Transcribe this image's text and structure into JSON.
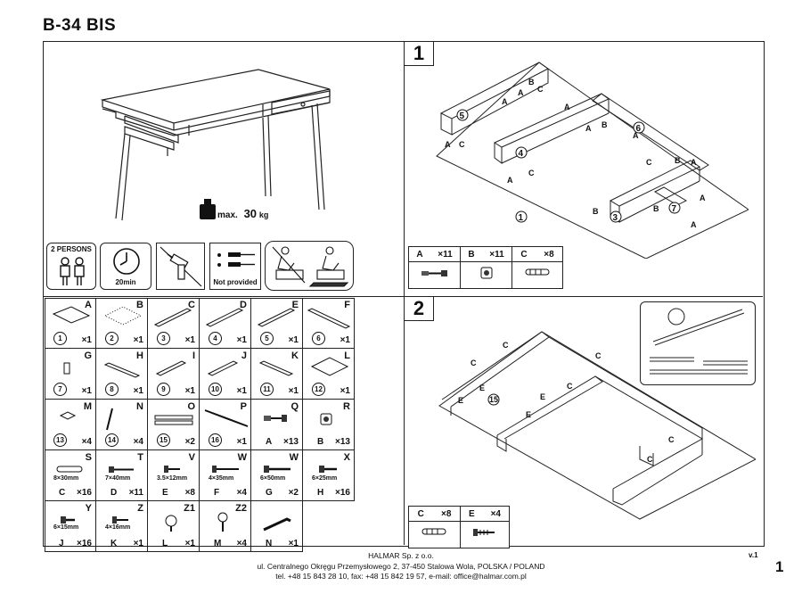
{
  "title": "B-34 BIS",
  "overview": {
    "max_label": "max.",
    "max_value": "30",
    "max_unit": "kg"
  },
  "icons": {
    "persons_label": "2 PERSONS",
    "time_label": "20min",
    "not_provided_label": "Not provided"
  },
  "parts": [
    {
      "letter": "A",
      "num": "1",
      "qty": "×1"
    },
    {
      "letter": "B",
      "num": "2",
      "qty": "×1"
    },
    {
      "letter": "C",
      "num": "3",
      "qty": "×1"
    },
    {
      "letter": "D",
      "num": "4",
      "qty": "×1"
    },
    {
      "letter": "E",
      "num": "5",
      "qty": "×1"
    },
    {
      "letter": "F",
      "num": "6",
      "qty": "×1"
    },
    {
      "letter": "G",
      "num": "7",
      "qty": "×1"
    },
    {
      "letter": "H",
      "num": "8",
      "qty": "×1"
    },
    {
      "letter": "I",
      "num": "9",
      "qty": "×1"
    },
    {
      "letter": "J",
      "num": "10",
      "qty": "×1"
    },
    {
      "letter": "K",
      "num": "11",
      "qty": "×1"
    },
    {
      "letter": "L",
      "num": "12",
      "qty": "×1"
    },
    {
      "letter": "M",
      "num": "13",
      "qty": "×4"
    },
    {
      "letter": "N",
      "num": "14",
      "qty": "×4"
    },
    {
      "letter": "O",
      "num": "15",
      "qty": "×2"
    },
    {
      "letter": "P",
      "num": "16",
      "qty": "×1"
    },
    {
      "letter": "Q",
      "num": "A",
      "qty": "×13"
    },
    {
      "letter": "R",
      "num": "B",
      "qty": "×13"
    },
    {
      "letter": "S",
      "size": "8×30mm",
      "num": "C",
      "qty": "×16"
    },
    {
      "letter": "T",
      "size": "7×40mm",
      "num": "D",
      "qty": "×11"
    },
    {
      "letter": "V",
      "size": "3.5×12mm",
      "num": "E",
      "qty": "×8"
    },
    {
      "letter": "W",
      "size": "4×35mm",
      "num": "F",
      "qty": "×4"
    },
    {
      "letter": "W",
      "size": "6×50mm",
      "num": "G",
      "qty": "×2"
    },
    {
      "letter": "X",
      "size": "6×25mm",
      "num": "H",
      "qty": "×16"
    },
    {
      "letter": "Y",
      "size": "6×15mm",
      "num": "J",
      "qty": "×16"
    },
    {
      "letter": "Z",
      "size": "4×16mm",
      "num": "K",
      "qty": "×1"
    },
    {
      "letter": "Z1",
      "num": "L",
      "qty": "×1"
    },
    {
      "letter": "Z2",
      "num": "M",
      "qty": "×4"
    },
    {
      "letter": "",
      "num": "N",
      "qty": "×1"
    }
  ],
  "step1": {
    "number": "1",
    "hardware": [
      {
        "id": "A",
        "qty": "×11"
      },
      {
        "id": "B",
        "qty": "×11"
      },
      {
        "id": "C",
        "qty": "×8"
      }
    ],
    "labels": [
      "5",
      "4",
      "6",
      "3",
      "7",
      "1"
    ]
  },
  "step2": {
    "number": "2",
    "hardware": [
      {
        "id": "C",
        "qty": "×8"
      },
      {
        "id": "E",
        "qty": "×4"
      }
    ],
    "labels": [
      "15"
    ]
  },
  "footer": {
    "company": "HALMAR Sp. z o.o.",
    "address": "ul. Centralnego Okręgu Przemysłowego 2, 37-450 Stalowa Wola, POLSKA / POLAND",
    "contact": "tel. +48 15 843 28 10, fax: +48 15 842 19 57, e-mail: office@halmar.com.pl",
    "version": "v.1",
    "page": "1"
  }
}
